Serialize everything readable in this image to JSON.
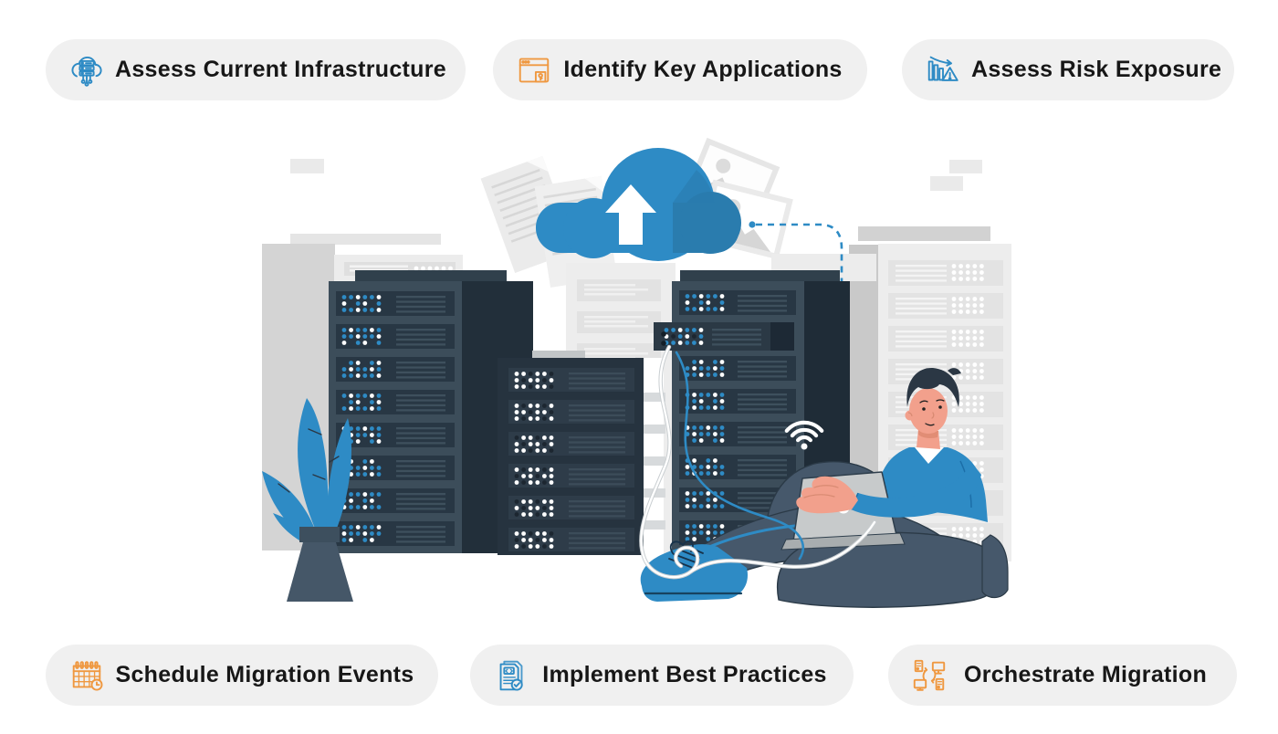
{
  "colors": {
    "background": "#ffffff",
    "pill_background": "#f0f0f0",
    "pill_text": "#171717",
    "icon_blue": "#2e8bc5",
    "icon_orange": "#ef9840",
    "illustration_blue": "#2e8bc5",
    "illustration_blue_dark": "#2a7cae",
    "illustration_navy": "#3c4d5a",
    "illustration_navy_dark": "#26333f",
    "illustration_slate": "#46586b",
    "illustration_skin": "#f2a08c",
    "illustration_light_gray": "#ececec"
  },
  "steps": {
    "top": [
      {
        "label": "Assess Current Infrastructure",
        "icon": "cloud-server-icon",
        "icon_color": "#2e8bc5"
      },
      {
        "label": "Identify Key Applications",
        "icon": "browser-key-icon",
        "icon_color": "#ef9840"
      },
      {
        "label": "Assess Risk Exposure",
        "icon": "risk-chart-icon",
        "icon_color": "#2e8bc5"
      }
    ],
    "bottom": [
      {
        "label": "Schedule Migration Events",
        "icon": "calendar-clock-icon",
        "icon_color": "#ef9840"
      },
      {
        "label": "Implement Best Practices",
        "icon": "document-check-icon",
        "icon_color": "#2e8bc5"
      },
      {
        "label": "Orchestrate Migration",
        "icon": "devices-sync-icon",
        "icon_color": "#ef9840"
      }
    ]
  },
  "illustration": {
    "scene": "person-with-laptop-migrating-server-racks-to-cloud",
    "elements": [
      "upload-cloud-icon",
      "documents-icon",
      "photos-icon",
      "server-racks",
      "wifi-icon",
      "dashed-connection-line",
      "potted-plant",
      "person-with-laptop"
    ]
  }
}
